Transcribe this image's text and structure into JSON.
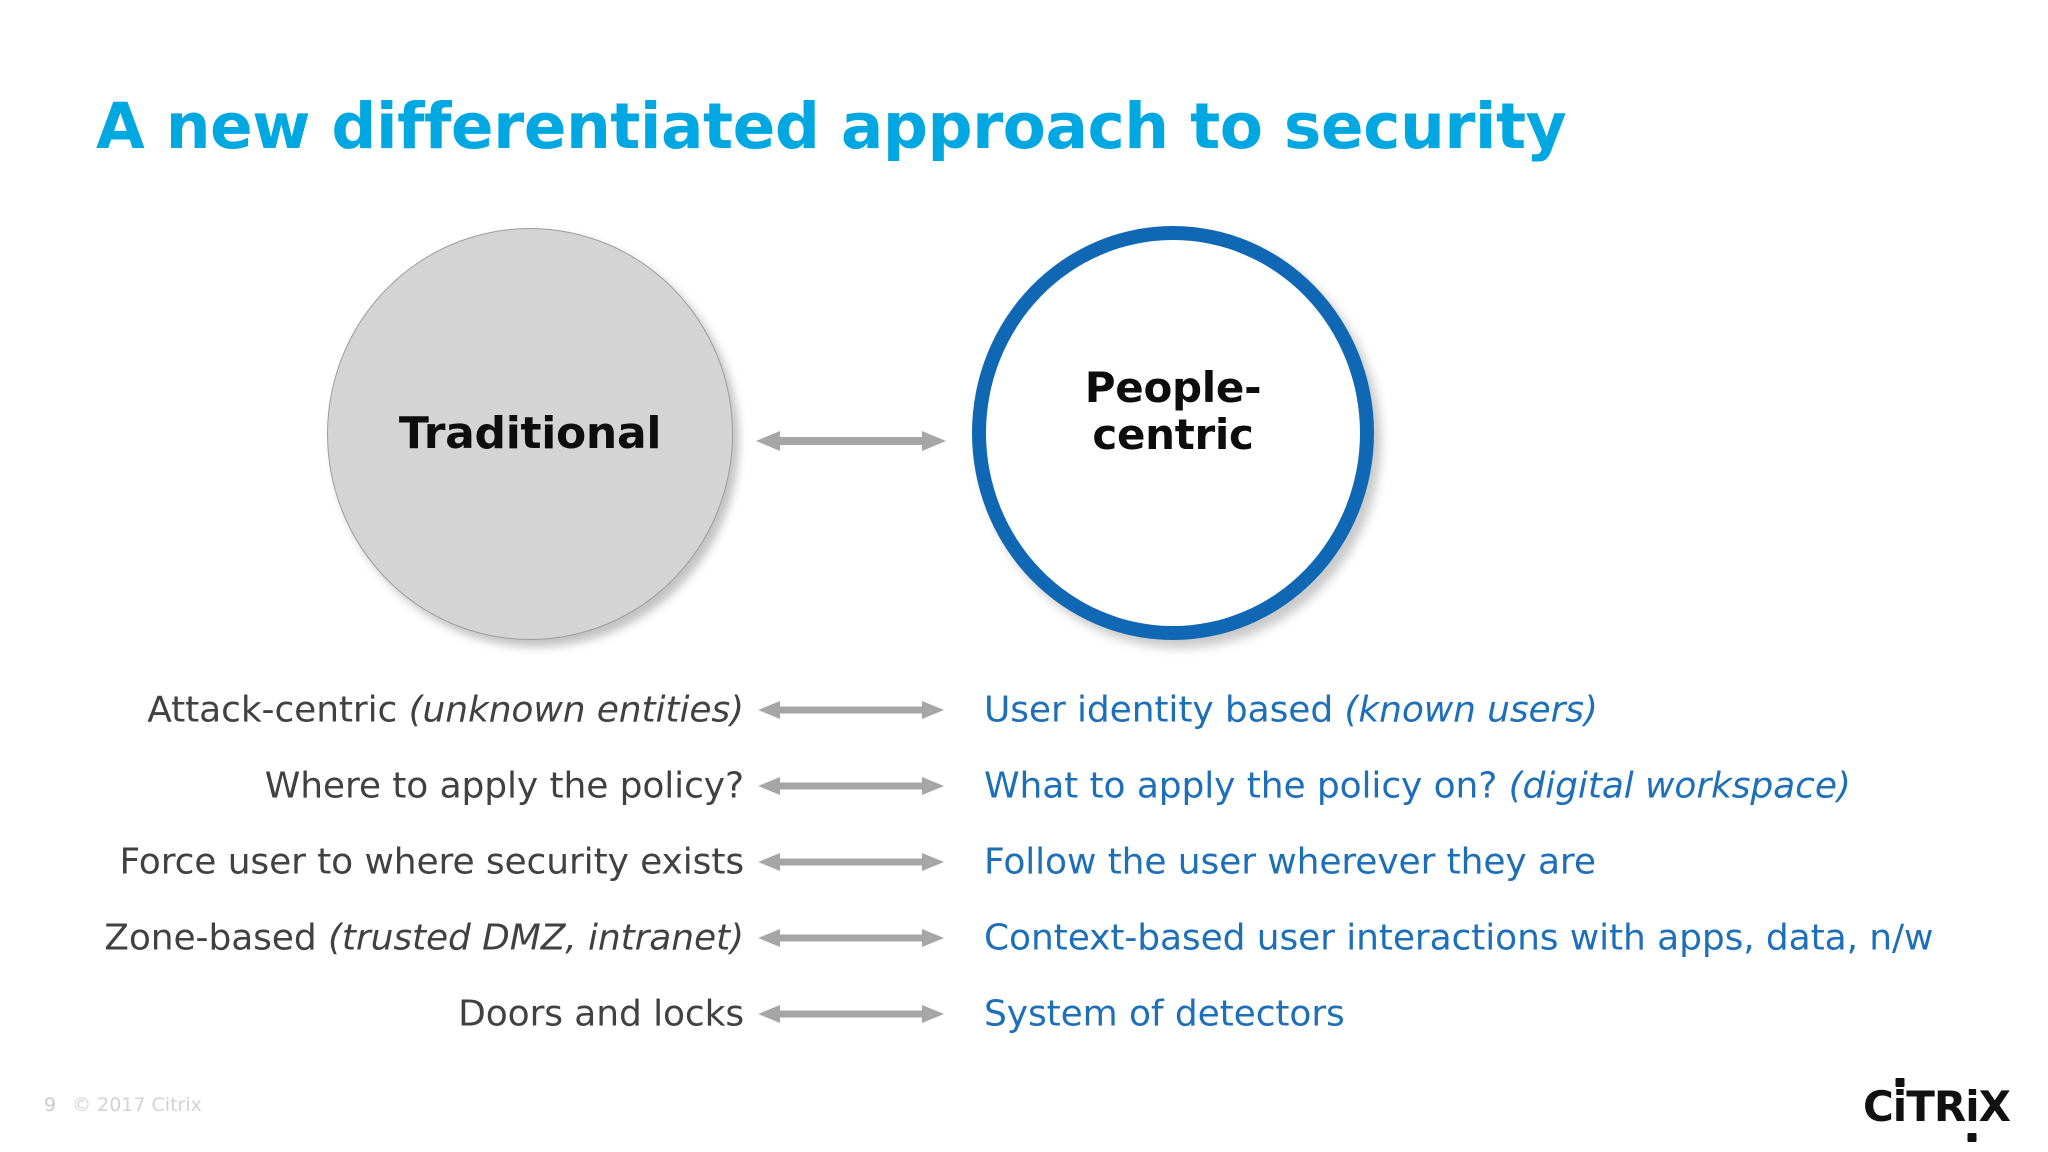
{
  "slide": {
    "title": "A new differentiated approach to security",
    "title_color": "#00A7E1",
    "background_color": "#FFFFFF"
  },
  "diagram": {
    "left_circle": {
      "label": "Traditional",
      "fill_color": "#D4D4D4",
      "border_color": "#9D9D9D"
    },
    "right_circle": {
      "label_line1": "People-",
      "label_line2": "centric",
      "fill_color": "#FFFFFF",
      "border_color": "#1068B4"
    },
    "connector_icon": "double-headed-arrow-icon",
    "connector_color": "#A6A6A6"
  },
  "comparison": {
    "left_text_color": "#414141",
    "right_text_color": "#1C6FB8",
    "rows": [
      {
        "left_plain": "Attack-centric ",
        "left_italic": "(unknown entities)",
        "right_plain": "User identity based ",
        "right_italic": "(known users)"
      },
      {
        "left_plain": "Where to apply the policy?",
        "left_italic": "",
        "right_plain": "What to apply the policy on? ",
        "right_italic": "(digital workspace)"
      },
      {
        "left_plain": "Force user to where security exists",
        "left_italic": "",
        "right_plain": "Follow the user wherever they are",
        "right_italic": ""
      },
      {
        "left_plain": "Zone-based ",
        "left_italic": "(trusted DMZ, intranet)",
        "right_plain": "Context-based user interactions with apps, data, n/w",
        "right_italic": ""
      },
      {
        "left_plain": "Doors and locks",
        "left_italic": "",
        "right_plain": "System of detectors",
        "right_italic": ""
      }
    ]
  },
  "footer": {
    "page_number": "9",
    "copyright": "© 2017 Citrix",
    "logo_parts": {
      "c": "C",
      "i_up": "i",
      "tr": "TR",
      "i_down": "i",
      "x": "X"
    }
  }
}
